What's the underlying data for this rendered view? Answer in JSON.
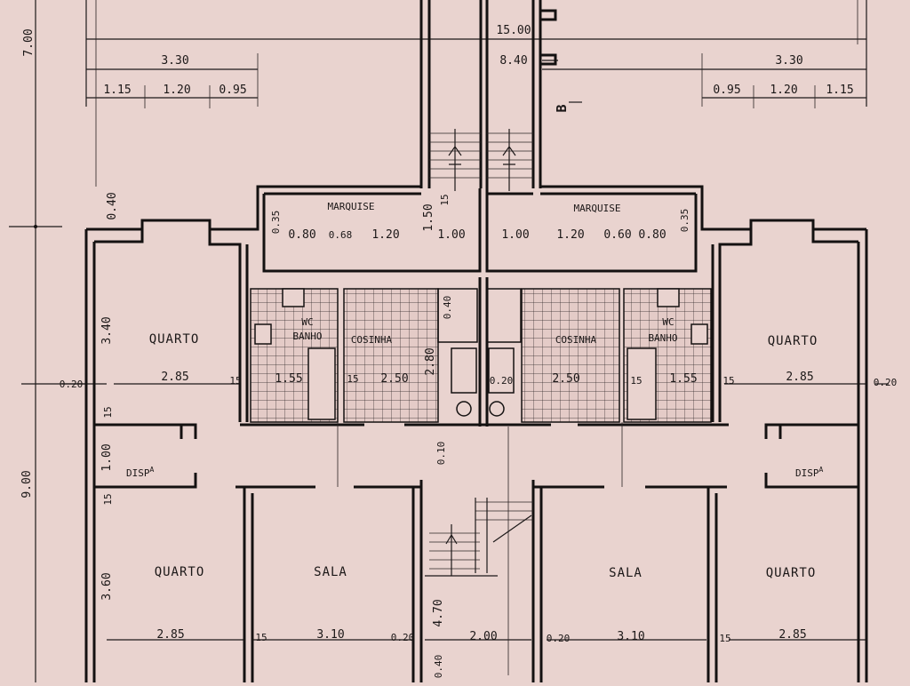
{
  "plan": {
    "rooms": {
      "quarto_tl": "QUARTO",
      "quarto_tr": "QUARTO",
      "quarto_bl": "QUARTO",
      "quarto_br": "QUARTO",
      "sala_l": "SALA",
      "sala_r": "SALA",
      "marquise_l": "MARQUISE",
      "marquise_r": "MARQUISE",
      "cozinha_l": "COSINHA",
      "cozinha_r": "COSINHA",
      "banho_l": "BANHO",
      "banho_r": "BANHO",
      "wc_l": "WC",
      "wc_r": "WC",
      "disp_l": "DISP",
      "disp_r": "DISP",
      "disp_sup": "A",
      "section_mark": "B"
    },
    "dims": {
      "total_width": "15.00",
      "center_width": "8.40",
      "wing_l": "3.30",
      "wing_r": "3.30",
      "seg_l1": "1.15",
      "seg_l2": "1.20",
      "seg_l3": "0.95",
      "seg_r1": "0.95",
      "seg_r2": "1.20",
      "seg_r3": "1.15",
      "height_top": "7.00",
      "height_main": "9.00",
      "wall_040": "0.40",
      "marq_035_l": "0.35",
      "marq_035_r": "0.35",
      "marq_l_080": "0.80",
      "marq_l_068": "0.68",
      "marq_l_120": "1.20",
      "marq_l_100": "1.00",
      "marq_150": "1.50",
      "marq_15": "15",
      "marq_r_100": "1.00",
      "marq_r_120": "1.20",
      "marq_r_060": "0.60",
      "marq_r_080": "0.80",
      "quarto_height_top": "3.40",
      "quarto_width_tl": "2.85",
      "quarto_width_tr": "2.85",
      "quarto_width_bl": "2.85",
      "quarto_width_br": "2.85",
      "wall_020_l": "0.20",
      "wall_020_r": "0.20",
      "wall_15_l": "15",
      "wall_15_r": "15",
      "banho_l_w": "1.55",
      "banho_r_w": "1.55",
      "coz_l_w": "2.50",
      "coz_r_w": "2.50",
      "coz_15_l": "15",
      "coz_15_r": "15",
      "coz_040": "0.40",
      "coz_280": "2.80",
      "coz_020": "0.20",
      "corr_015": "15",
      "corr_100": "1.00",
      "corr_015b": "15",
      "corr_010": "0.10",
      "quarto_height_bot": "3.60",
      "sala_l_w": "3.10",
      "sala_r_w": "3.10",
      "stair_w": "2.00",
      "stair_470": "4.70",
      "stair_040": "0.40",
      "bot_15_l": "15",
      "bot_020_l": "0.20",
      "bot_020_r": "0.20",
      "bot_15_r": "15"
    }
  }
}
